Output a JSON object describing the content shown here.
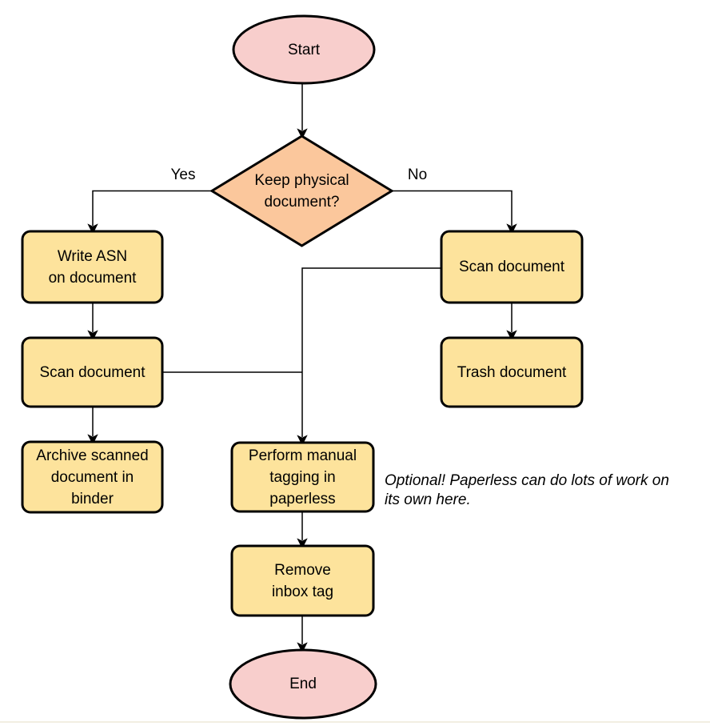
{
  "diagram": {
    "nodes": {
      "start": {
        "label": "Start",
        "type": "terminal"
      },
      "decision": {
        "label": "Keep physical\ndocument?",
        "type": "decision"
      },
      "write_asn": {
        "label": "Write ASN\non document",
        "type": "process"
      },
      "scan_left": {
        "label": "Scan document",
        "type": "process"
      },
      "archive": {
        "label": "Archive scanned\ndocument in\nbinder",
        "type": "process"
      },
      "scan_right": {
        "label": "Scan document",
        "type": "process"
      },
      "trash": {
        "label": "Trash document",
        "type": "process"
      },
      "tagging": {
        "label": "Perform manual\ntagging in\npaperless",
        "type": "process"
      },
      "remove_inbox": {
        "label": "Remove\ninbox tag",
        "type": "process"
      },
      "end": {
        "label": "End",
        "type": "terminal"
      }
    },
    "edge_labels": {
      "yes": "Yes",
      "no": "No"
    },
    "annotation": "Optional! Paperless can do lots of work on\nits own here.",
    "colors": {
      "terminal_fill": "#F8CECC",
      "decision_fill": "#FBC79C",
      "process_fill": "#FDE39C",
      "stroke": "#000000",
      "edge": "#000000"
    }
  }
}
